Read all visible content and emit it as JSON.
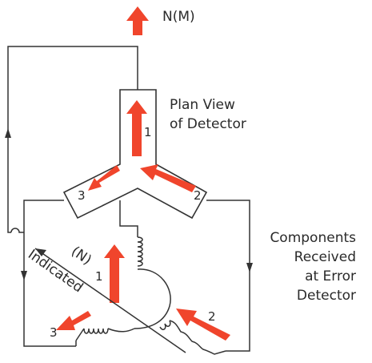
{
  "colors": {
    "arrow": "#f0452c",
    "line": "#333333"
  },
  "labels": {
    "north": "N(M)",
    "plan_view_line1": "Plan View",
    "plan_view_line2": "of Detector",
    "components_line1": "Components",
    "components_line2": "Received",
    "components_line3": "at Error",
    "components_line4": "Detector",
    "indicated": "Indicated",
    "indicated_n": "(N)"
  },
  "detector_numbers": {
    "one": "1",
    "two": "2",
    "three": "3"
  },
  "error_detector_numbers": {
    "one": "1",
    "two": "2",
    "three": "3"
  }
}
